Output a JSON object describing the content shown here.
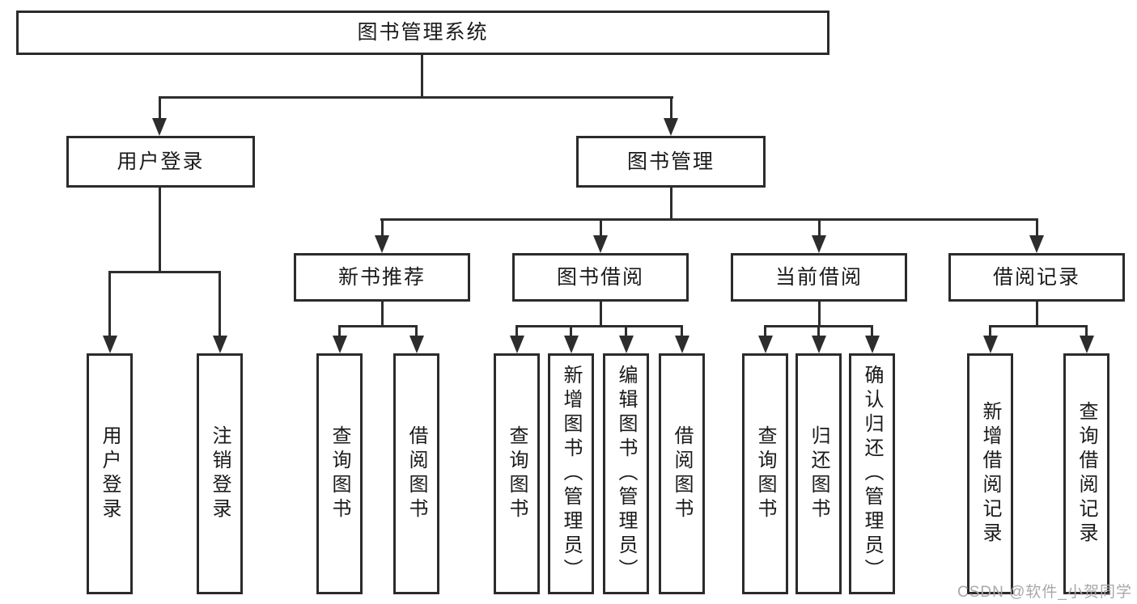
{
  "title": "图书管理系统",
  "tree": {
    "root": {
      "label": "图书管理系统"
    },
    "branches": [
      {
        "label": "用户登录",
        "children": [
          {
            "label": "用户登录"
          },
          {
            "label": "注销登录"
          }
        ]
      },
      {
        "label": "图书管理",
        "children": [
          {
            "label": "新书推荐",
            "children": [
              {
                "label": "查询图书"
              },
              {
                "label": "借阅图书"
              }
            ]
          },
          {
            "label": "图书借阅",
            "children": [
              {
                "label": "查询图书"
              },
              {
                "label": "新增图书（管理员）"
              },
              {
                "label": "编辑图书（管理员）"
              },
              {
                "label": "借阅图书"
              }
            ]
          },
          {
            "label": "当前借阅",
            "children": [
              {
                "label": "查询图书"
              },
              {
                "label": "归还图书"
              },
              {
                "label": "确认归还（管理员）"
              }
            ]
          },
          {
            "label": "借阅记录",
            "children": [
              {
                "label": "新增借阅记录"
              },
              {
                "label": "查询借阅记录"
              }
            ]
          }
        ]
      }
    ]
  },
  "watermark": "CSDN @软件_小贺同学",
  "colors": {
    "line": "#2d2d2d",
    "box_border": "#2b2b2b",
    "text": "#1a1a1a",
    "watermark": "#a8a8a8",
    "background": "#ffffff"
  }
}
